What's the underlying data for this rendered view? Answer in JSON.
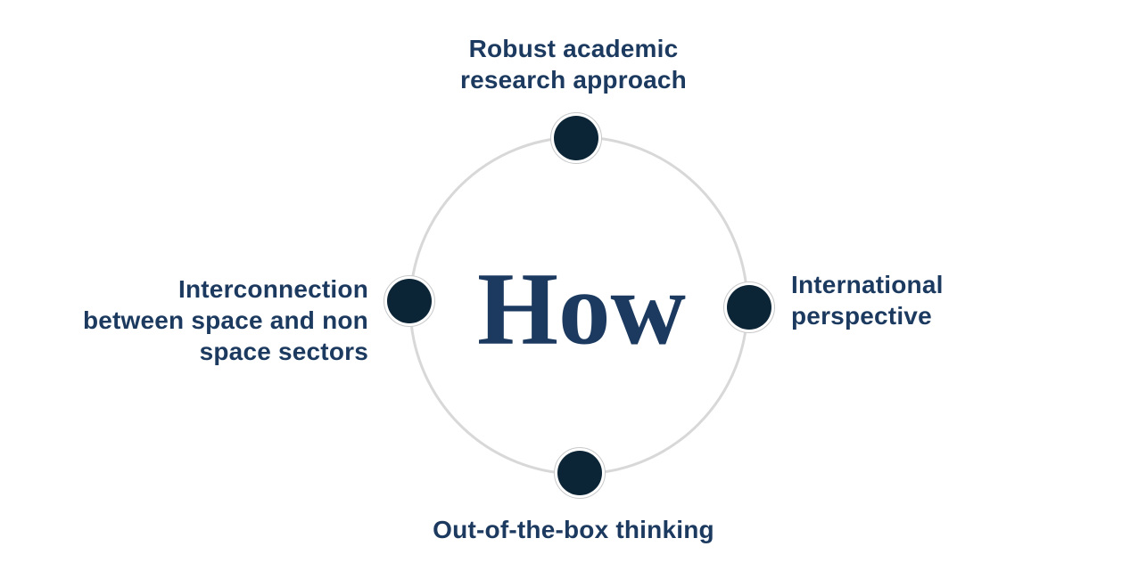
{
  "colors": {
    "background": "#ffffff",
    "navy": "#0c2536",
    "text": "#1c3a5f",
    "ring": "#d8d8d8",
    "node_outline": "#c9c9c9"
  },
  "diagram": {
    "center_word": "How",
    "labels": {
      "top": {
        "lines": [
          "Robust academic",
          "research approach"
        ]
      },
      "right": {
        "lines": [
          "International",
          "perspective"
        ]
      },
      "bottom": {
        "lines": [
          "Out-of-the-box thinking"
        ]
      },
      "left": {
        "lines": [
          "Interconnection",
          "between space and non",
          "space sectors"
        ]
      }
    }
  }
}
